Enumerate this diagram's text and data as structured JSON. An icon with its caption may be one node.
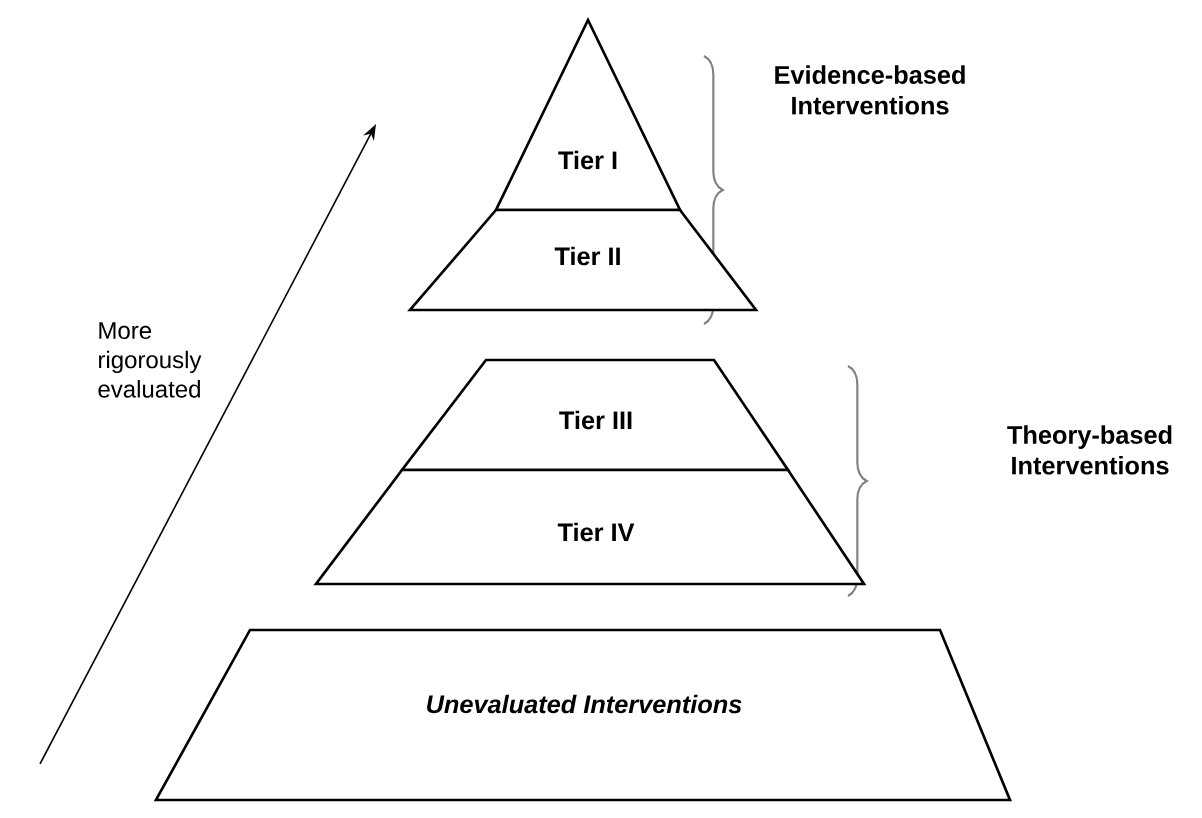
{
  "diagram": {
    "nodes": [
      {
        "text": [
          "Tier I"
        ]
      },
      {
        "text": [
          "Tier II"
        ]
      },
      {
        "text": [
          "Tier III"
        ]
      },
      {
        "text": [
          "Tier IV"
        ]
      },
      {
        "text": [
          "Unevaluated Interventions"
        ]
      }
    ],
    "labels": [
      "Evidence-based Interventions",
      "More rigorously evaluated",
      "Theory-based Interventions"
    ]
  }
}
